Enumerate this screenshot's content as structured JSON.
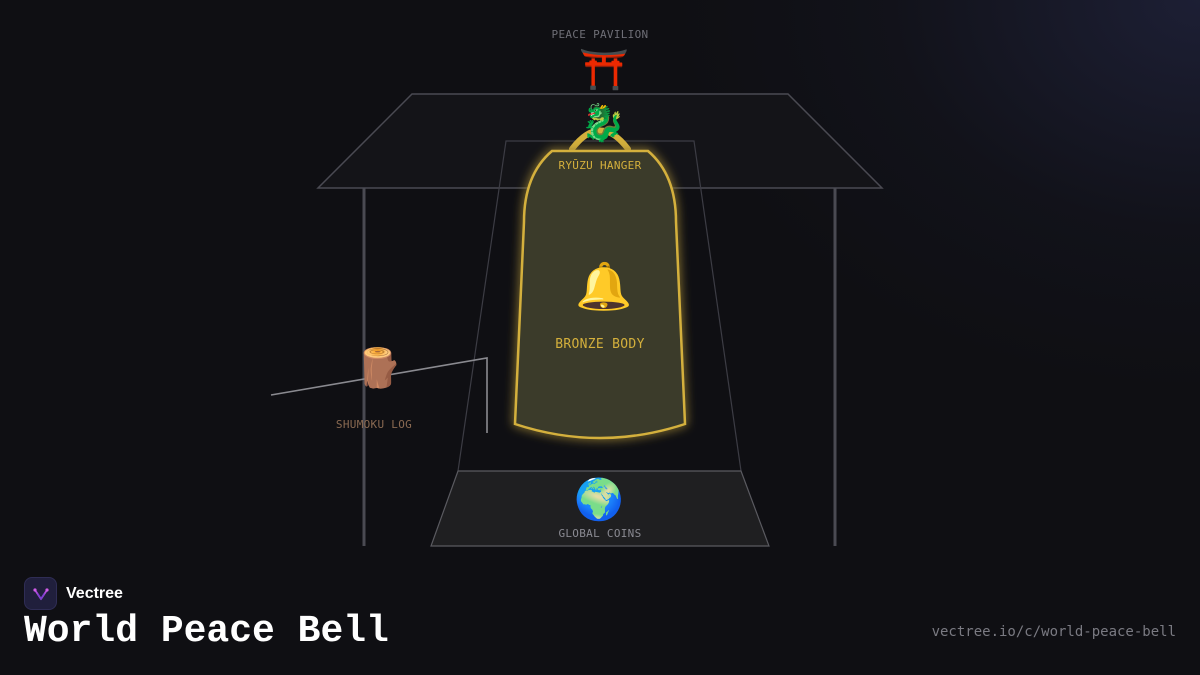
{
  "diagram": {
    "labels": {
      "pavilion": "PEACE PAVILION",
      "hanger": "RYŪZU HANGER",
      "body": "BRONZE BODY",
      "log": "SHUMOKU LOG",
      "coins": "GLOBAL COINS"
    },
    "icons": {
      "pavilion": "torii-gate-icon",
      "hanger": "dragon-icon",
      "body": "bell-icon",
      "log": "wood-log-icon",
      "coins": "globe-icon"
    },
    "colors": {
      "gold": "#d4b03c",
      "bell_fill": "#3b3a29",
      "frame_line": "#4a4a52",
      "log_label": "#8a6a52",
      "pavilion_label": "#6e6e76",
      "coins_label": "#8a8a92"
    }
  },
  "brand": {
    "name": "Vectree",
    "logo": "vectree-logo-icon"
  },
  "title": "World Peace Bell",
  "url": "vectree.io/c/world-peace-bell"
}
